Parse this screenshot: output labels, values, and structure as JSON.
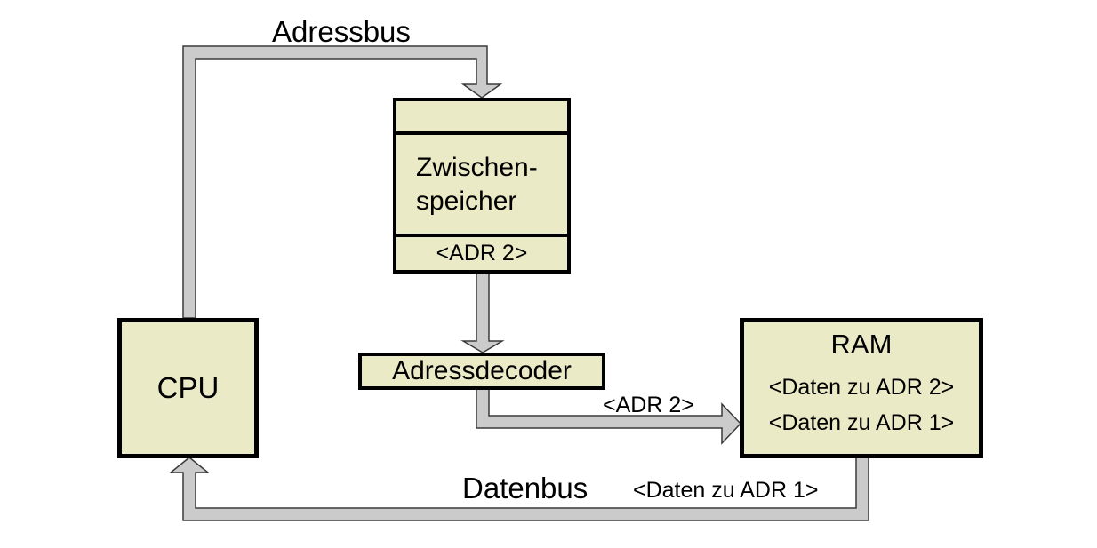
{
  "palette": {
    "background": "#ffffff",
    "box_fill": "#eaeac6",
    "box_border": "#000000",
    "bus_fill": "#cbcbcb",
    "bus_outline": "#3a3a3a"
  },
  "nodes": {
    "cpu": {
      "label": "CPU"
    },
    "buffer": {
      "line1": "Zwischen-",
      "line2": "speicher",
      "slot": "<ADR 2>"
    },
    "decoder": {
      "label": "Adressdecoder"
    },
    "ram": {
      "title": "RAM",
      "rows": [
        "<Daten zu ADR 2>",
        "<Daten zu ADR 1>"
      ]
    }
  },
  "bus_labels": {
    "addressbus": "Adressbus",
    "databus": "Datenbus",
    "adr2_on_bus": "<ADR 2>",
    "daten_adr1_on_bus": "<Daten zu ADR 1>"
  }
}
